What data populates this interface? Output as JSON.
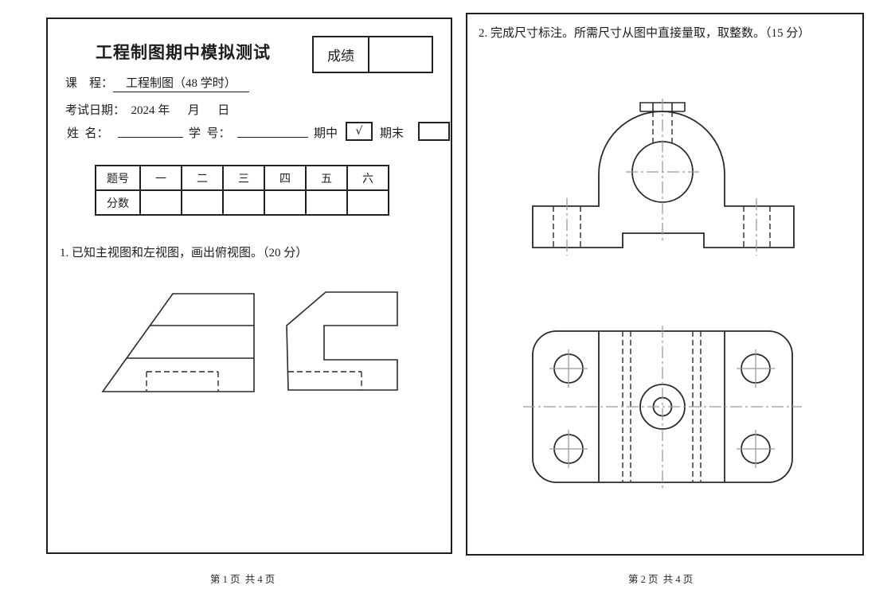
{
  "page1": {
    "title": "工程制图期中模拟测试",
    "grade_label": "成绩",
    "grade_value": "",
    "course_label": "课    程：",
    "course_value": "工程制图（48 学时）",
    "date_line": "考试日期：  2024 年      月      日",
    "name_label": "姓  名：",
    "student_id_label": "学  号：",
    "midterm_label": "期中",
    "midterm_check": "√",
    "final_label": "期末",
    "final_check": "",
    "score_table": {
      "headers": [
        "题号",
        "一",
        "二",
        "三",
        "四",
        "五",
        "六"
      ],
      "row_label": "分数",
      "scores": [
        "",
        "",
        "",
        "",
        "",
        ""
      ]
    },
    "question1": "1. 已知主视图和左视图，画出俯视图。（20 分）",
    "footer": "第 1 页  共 4 页"
  },
  "page2": {
    "question2": "2. 完成尺寸标注。所需尺寸从图中直接量取，取整数。（15 分）",
    "footer": "第 2 页  共 4 页"
  },
  "colors": {
    "ink": "#2a2a2a",
    "centerline": "#9b9b9b",
    "paper": "#ffffff"
  }
}
